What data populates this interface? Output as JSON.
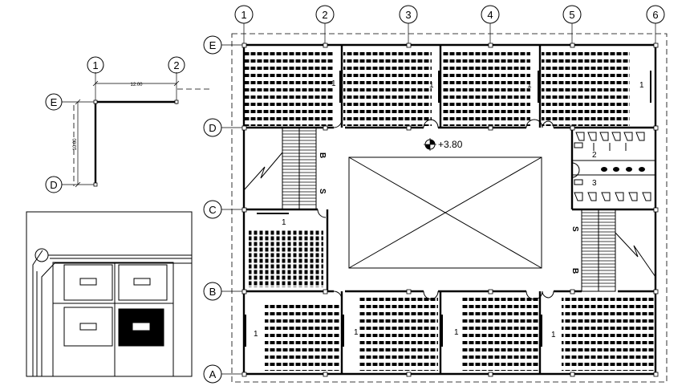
{
  "grid": {
    "columns": [
      "1",
      "2",
      "3",
      "4",
      "5",
      "6"
    ],
    "rows": [
      "E",
      "D",
      "C",
      "B",
      "A"
    ]
  },
  "key_plan": {
    "columns": [
      "1",
      "2"
    ],
    "rows": [
      "E",
      "D"
    ],
    "dim_horizontal": "12.00",
    "dim_vertical": "10.00"
  },
  "rooms": {
    "classroom_label": "1",
    "toilets_a_label": "2",
    "toilets_b_label": "3"
  },
  "level_mark": "+3.80",
  "stairs": {
    "up_label": "S",
    "down_label": "B"
  },
  "colors": {
    "lines": "#000000",
    "background": "#ffffff",
    "highlight_block": "#000000"
  }
}
